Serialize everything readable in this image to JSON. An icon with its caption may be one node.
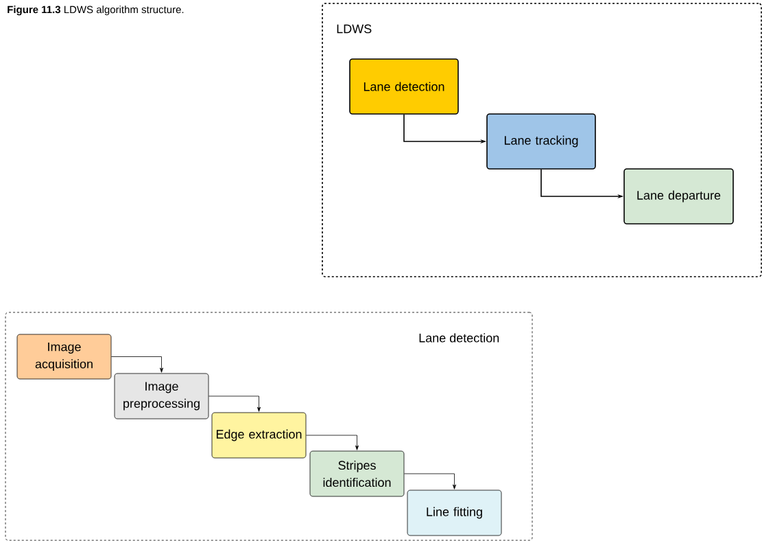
{
  "diagram": {
    "caption": "**Figure 11.3** LDWS algorithm structure.",
    "nodes": [
      {
        "text": [
          "LDWS"
        ]
      },
      {
        "text": [
          "Lane detection"
        ],
        "in": 0
      },
      {
        "text": [
          "Lane tracking"
        ],
        "in": 0
      },
      {
        "text": [
          "Lane departure"
        ],
        "in": 0
      },
      {
        "text": [
          "Lane detection"
        ]
      },
      {
        "text": [
          "Image acquisition"
        ],
        "in": 4
      },
      {
        "text": [
          "Image preprocessing"
        ],
        "in": 4
      },
      {
        "text": [
          "Edge extraction"
        ],
        "in": 4
      },
      {
        "text": [
          "Stripes identification"
        ],
        "in": 4
      },
      {
        "text": [
          "Line fitting"
        ],
        "in": 4
      }
    ],
    "edges": [
      {
        "from": 1,
        "to": 2,
        "arrow": "to"
      },
      {
        "from": 2,
        "to": 3,
        "arrow": "to"
      },
      {
        "from": 5,
        "to": 6,
        "arrow": "to"
      },
      {
        "from": 6,
        "to": 7,
        "arrow": "to"
      },
      {
        "from": 7,
        "to": 8,
        "arrow": "to"
      },
      {
        "from": 8,
        "to": 9,
        "arrow": "to"
      }
    ]
  }
}
